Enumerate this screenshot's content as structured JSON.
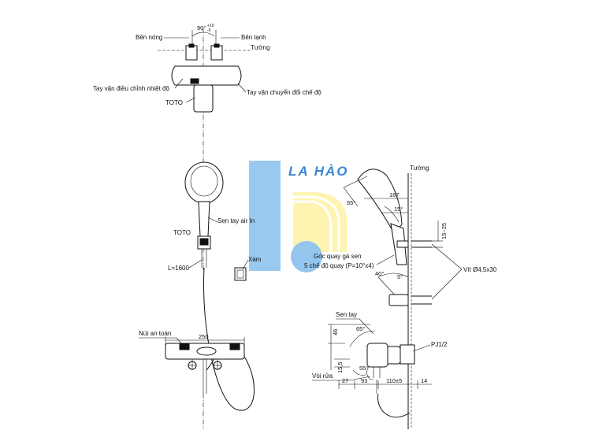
{
  "labels": {
    "hot_side": "Bên nóng",
    "cold_side": "Bên lạnh",
    "angle_top": "90°",
    "angle_tol": "+10",
    "angle_tol2": "-5",
    "wall_top": "Tường",
    "temp_handle": "Tay vặn điều chỉnh nhiệt độ",
    "mode_handle": "Tay vặn chuyển đổi chế độ",
    "brand_toto_1": "TOTO",
    "handshower": "Sen tay air In",
    "brand_toto_2": "TOTO",
    "clamp": "Xàm",
    "hose_length": "L=1600",
    "safety_button": "Nút an toàn",
    "width_250": "250",
    "wall_right": "Tường",
    "dim_167": "167",
    "angle_55a": "55°",
    "angle_15": "15°",
    "dim_15_25": "15~25",
    "holder_angle": "Góc quay gá sen",
    "holder_modes": "5 chế độ quay (P=10°x4)",
    "angle_40": "40°",
    "angle_5": "5°",
    "screw": "Vít Ø4,5x30",
    "handshower_2": "Sen tay",
    "dim_46": "46",
    "angle_65": "65°",
    "pj": "PJ1/2",
    "dim_15_5": "15,5",
    "angle_55b": "55°",
    "spout": "Vòi rửa",
    "dim_27": "27",
    "dim_93": "93",
    "dim_110": "110±5",
    "dim_14": "14"
  },
  "watermark": {
    "text": "LA HÀO",
    "blue": "#8ec3ee",
    "yellow": "#fff5a0",
    "text_color": "#3a86d4"
  }
}
